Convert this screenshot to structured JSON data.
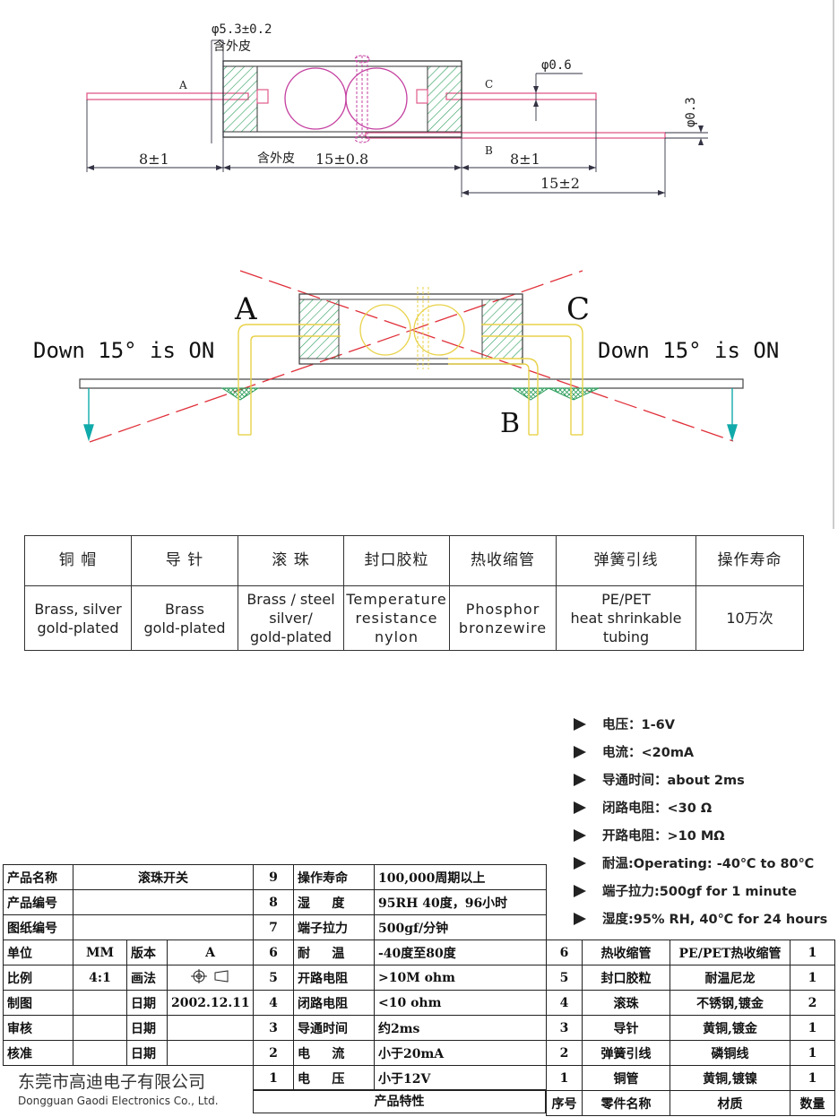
{
  "drawing": {
    "dia_outer": "φ5.3±0.2",
    "outer_note": "含外皮",
    "dia_pin": "φ0.6",
    "dia_wire": "φ0.3",
    "label_a": "A",
    "label_b": "B",
    "label_c": "C",
    "len_left": "8±1",
    "body_note": "含外皮",
    "len_body": "15±0.8",
    "len_right": "8±1",
    "len_wire": "15±2",
    "down_left": "Down 15° is ON",
    "down_right": "Down 15° is ON"
  },
  "materials": {
    "headers": [
      "铜 帽",
      "导 针",
      "滚 珠",
      "封口胶粒",
      "热收缩管",
      "弹簧引线",
      "操作寿命"
    ],
    "values": [
      "Brass, silver\ngold-plated",
      "Brass\ngold-plated",
      "Brass / steel\nsilver/\ngold-plated",
      "Temperature\nresistance\nnylon",
      "Phosphor\nbronzewire",
      "PE/PET\nheat shrinkable\ntubing",
      "10万次"
    ]
  },
  "specs": [
    "电压：1-6V",
    "电流：<20mA",
    "导通时间：about 2ms",
    "闭路电阻：<30 Ω",
    "开路电阻：>10 MΩ",
    "耐温:Operating: -40℃ to 80℃",
    "端子拉力:500gf for 1 minute",
    "湿度:95% RH, 40℃ for 24 hours"
  ],
  "title_block": {
    "info": [
      {
        "label": "产品名称",
        "value": "滚珠开关"
      },
      {
        "label": "产品编号",
        "value": ""
      },
      {
        "label": "图纸编号",
        "value": ""
      }
    ],
    "unit_label": "单位",
    "unit": "MM",
    "version_label": "版本",
    "version": "A",
    "scale_label": "比例",
    "scale": "4:1",
    "method_label": "画法",
    "drawn_label": "制图",
    "checked_label": "审核",
    "approved_label": "核准",
    "date_label": "日期",
    "date": "2002.12.11",
    "characteristics": [
      {
        "no": "9",
        "item": "操作寿命",
        "value": "100,000周期以上"
      },
      {
        "no": "8",
        "item": "湿     度",
        "value": "95RH 40度，96小时"
      },
      {
        "no": "7",
        "item": "端子拉力",
        "value": "500gf/分钟"
      },
      {
        "no": "6",
        "item": "耐     温",
        "value": "-40度至80度"
      },
      {
        "no": "5",
        "item": "开路电阻",
        "value": ">10M ohm"
      },
      {
        "no": "4",
        "item": "闭路电阻",
        "value": "<10 ohm"
      },
      {
        "no": "3",
        "item": "导通时间",
        "value": "约2ms"
      },
      {
        "no": "2",
        "item": "电     流",
        "value": "小于20mA"
      },
      {
        "no": "1",
        "item": "电     压",
        "value": "小于12V"
      }
    ],
    "characteristics_footer": "产品特性",
    "parts": [
      {
        "no": "6",
        "name": "热收缩管",
        "material": "PE/PET热收缩管",
        "qty": "1"
      },
      {
        "no": "5",
        "name": "封口胶粒",
        "material": "耐温尼龙",
        "qty": "1"
      },
      {
        "no": "4",
        "name": "滚珠",
        "material": "不锈钢,镀金",
        "qty": "2"
      },
      {
        "no": "3",
        "name": "导针",
        "material": "黄铜,镀金",
        "qty": "1"
      },
      {
        "no": "2",
        "name": "弹簧引线",
        "material": "磷铜线",
        "qty": "1"
      },
      {
        "no": "1",
        "name": "铜管",
        "material": "黄铜,镀镍",
        "qty": "1"
      }
    ],
    "parts_footer": {
      "no": "序号",
      "name": "零件名称",
      "material": "材质",
      "qty": "数量"
    },
    "company_cn": "东莞市高迪电子有限公司",
    "company_en": "Dongguan Gaodi Electronics Co., Ltd."
  }
}
